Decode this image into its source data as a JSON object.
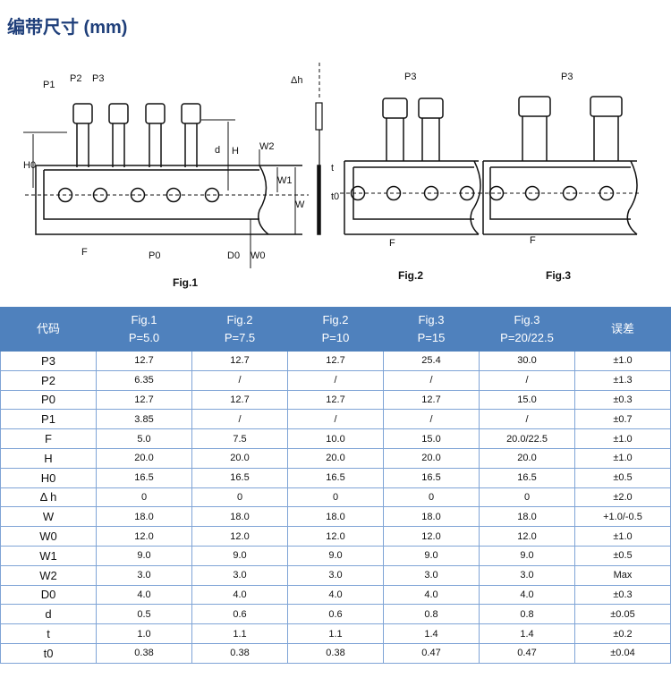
{
  "title": "编带尺寸  (mm)",
  "diagram": {
    "labels": {
      "P1": "P1",
      "P2": "P2",
      "P3": "P3",
      "H0": "H0",
      "d": "d",
      "H": "H",
      "W2": "W2",
      "W1": "W1",
      "W": "W",
      "t": "t",
      "t0": "t0",
      "dh": "Δh",
      "F": "F",
      "P0": "P0",
      "D0": "D0",
      "W0": "W0"
    },
    "fig1": "Fig.1",
    "fig2": "Fig.2",
    "fig3": "Fig.3"
  },
  "table": {
    "headers": [
      {
        "l1": "代码",
        "l2": ""
      },
      {
        "l1": "Fig.1",
        "l2": "P=5.0"
      },
      {
        "l1": "Fig.2",
        "l2": "P=7.5"
      },
      {
        "l1": "Fig.2",
        "l2": "P=10"
      },
      {
        "l1": "Fig.3",
        "l2": "P=15"
      },
      {
        "l1": "Fig.3",
        "l2": "P=20/22.5"
      },
      {
        "l1": "误差",
        "l2": ""
      }
    ],
    "rows": [
      [
        "P3",
        "12.7",
        "12.7",
        "12.7",
        "25.4",
        "30.0",
        "±1.0"
      ],
      [
        "P2",
        "6.35",
        "/",
        "/",
        "/",
        "/",
        "±1.3"
      ],
      [
        "P0",
        "12.7",
        "12.7",
        "12.7",
        "12.7",
        "15.0",
        "±0.3"
      ],
      [
        "P1",
        "3.85",
        "/",
        "/",
        "/",
        "/",
        "±0.7"
      ],
      [
        "F",
        "5.0",
        "7.5",
        "10.0",
        "15.0",
        "20.0/22.5",
        "±1.0"
      ],
      [
        "H",
        "20.0",
        "20.0",
        "20.0",
        "20.0",
        "20.0",
        "±1.0"
      ],
      [
        "H0",
        "16.5",
        "16.5",
        "16.5",
        "16.5",
        "16.5",
        "±0.5"
      ],
      [
        "Δ h",
        "0",
        "0",
        "0",
        "0",
        "0",
        "±2.0"
      ],
      [
        "W",
        "18.0",
        "18.0",
        "18.0",
        "18.0",
        "18.0",
        "+1.0/-0.5"
      ],
      [
        "W0",
        "12.0",
        "12.0",
        "12.0",
        "12.0",
        "12.0",
        "±1.0"
      ],
      [
        "W1",
        "9.0",
        "9.0",
        "9.0",
        "9.0",
        "9.0",
        "±0.5"
      ],
      [
        "W2",
        "3.0",
        "3.0",
        "3.0",
        "3.0",
        "3.0",
        "Max"
      ],
      [
        "D0",
        "4.0",
        "4.0",
        "4.0",
        "4.0",
        "4.0",
        "±0.3"
      ],
      [
        "d",
        "0.5",
        "0.6",
        "0.6",
        "0.8",
        "0.8",
        "±0.05"
      ],
      [
        "t",
        "1.0",
        "1.1",
        "1.1",
        "1.4",
        "1.4",
        "±0.2"
      ],
      [
        "t0",
        "0.38",
        "0.38",
        "0.38",
        "0.47",
        "0.47",
        "±0.04"
      ]
    ]
  }
}
